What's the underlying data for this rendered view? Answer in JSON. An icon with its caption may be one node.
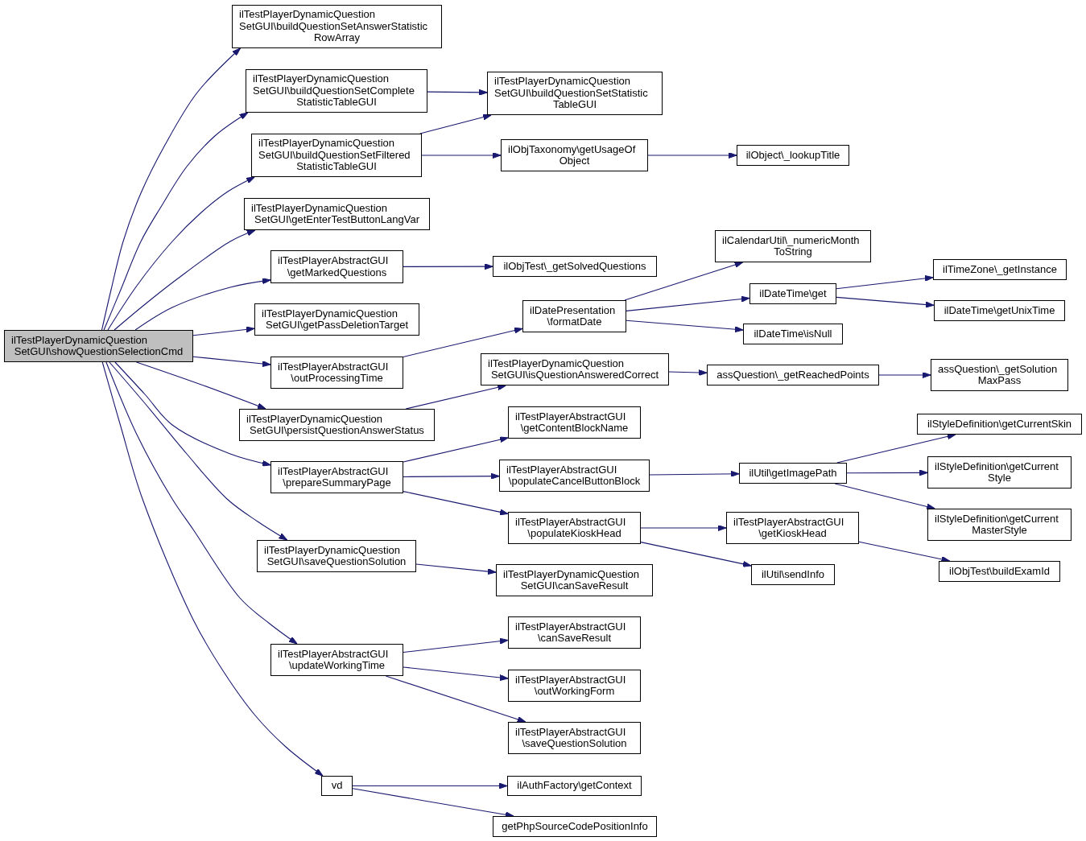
{
  "diagram": {
    "nodes": [
      {
        "text": [
          "ilTestPlayerDynamicQuestion SetGUI\\showQuestionSelectionCmd"
        ]
      },
      {
        "text": [
          "ilTestPlayerDynamicQuestion SetGUI\\buildQuestionSetAnswerStatistic RowArray"
        ]
      },
      {
        "text": [
          "ilTestPlayerDynamicQuestion SetGUI\\buildQuestionSetComplete StatisticTableGUI"
        ]
      },
      {
        "text": [
          "ilTestPlayerDynamicQuestion SetGUI\\buildQuestionSetFiltered StatisticTableGUI"
        ]
      },
      {
        "text": [
          "ilTestPlayerDynamicQuestion SetGUI\\getEnterTestButtonLangVar"
        ]
      },
      {
        "text": [
          "ilTestPlayerAbstractGUI \\getMarkedQuestions"
        ]
      },
      {
        "text": [
          "ilTestPlayerDynamicQuestion SetGUI\\getPassDeletionTarget"
        ]
      },
      {
        "text": [
          "ilTestPlayerAbstractGUI \\outProcessingTime"
        ]
      },
      {
        "text": [
          "ilTestPlayerDynamicQuestion SetGUI\\persistQuestionAnswerStatus"
        ]
      },
      {
        "text": [
          "ilTestPlayerAbstractGUI \\prepareSummaryPage"
        ]
      },
      {
        "text": [
          "ilTestPlayerDynamicQuestion SetGUI\\saveQuestionSolution"
        ]
      },
      {
        "text": [
          "ilTestPlayerAbstractGUI \\updateWorkingTime"
        ]
      },
      {
        "text": [
          "vd"
        ]
      },
      {
        "text": [
          "ilTestPlayerDynamicQuestion SetGUI\\buildQuestionSetStatistic TableGUI"
        ]
      },
      {
        "text": [
          "ilObjTaxonomy\\getUsageOf Object"
        ]
      },
      {
        "text": [
          "ilObjTest\\_getSolvedQuestions"
        ]
      },
      {
        "text": [
          "ilDatePresentation \\formatDate"
        ]
      },
      {
        "text": [
          "ilTestPlayerDynamicQuestion SetGUI\\isQuestionAnsweredCorrect"
        ]
      },
      {
        "text": [
          "ilTestPlayerAbstractGUI \\getContentBlockName"
        ]
      },
      {
        "text": [
          "ilTestPlayerAbstractGUI \\populateCancelButtonBlock"
        ]
      },
      {
        "text": [
          "ilTestPlayerAbstractGUI \\populateKioskHead"
        ]
      },
      {
        "text": [
          "ilTestPlayerDynamicQuestion SetGUI\\canSaveResult"
        ]
      },
      {
        "text": [
          "ilTestPlayerAbstractGUI \\canSaveResult"
        ]
      },
      {
        "text": [
          "ilTestPlayerAbstractGUI \\outWorkingForm"
        ]
      },
      {
        "text": [
          "ilTestPlayerAbstractGUI \\saveQuestionSolution"
        ]
      },
      {
        "text": [
          "ilAuthFactory\\getContext"
        ]
      },
      {
        "text": [
          "getPhpSourceCodePositionInfo"
        ]
      },
      {
        "text": [
          "ilObject\\_lookupTitle"
        ]
      },
      {
        "text": [
          "ilCalendarUtil\\_numericMonth ToString"
        ]
      },
      {
        "text": [
          "ilDateTime\\get"
        ]
      },
      {
        "text": [
          "ilDateTime\\isNull"
        ]
      },
      {
        "text": [
          "assQuestion\\_getReachedPoints"
        ]
      },
      {
        "text": [
          "ilUtil\\getImagePath"
        ]
      },
      {
        "text": [
          "ilTestPlayerAbstractGUI \\getKioskHead"
        ]
      },
      {
        "text": [
          "ilUtil\\sendInfo"
        ]
      },
      {
        "text": [
          "ilTimeZone\\_getInstance"
        ]
      },
      {
        "text": [
          "ilDateTime\\getUnixTime"
        ]
      },
      {
        "text": [
          "assQuestion\\_getSolution MaxPass"
        ]
      },
      {
        "text": [
          "ilStyleDefinition\\getCurrentSkin"
        ]
      },
      {
        "text": [
          "ilStyleDefinition\\getCurrent Style"
        ]
      },
      {
        "text": [
          "ilStyleDefinition\\getCurrent MasterStyle"
        ]
      },
      {
        "text": [
          "ilObjTest\\buildExamId"
        ]
      }
    ],
    "edges": [
      {
        "from": 0,
        "to": 1,
        "arrow": "to"
      },
      {
        "from": 0,
        "to": 2,
        "arrow": "to"
      },
      {
        "from": 0,
        "to": 3,
        "arrow": "to"
      },
      {
        "from": 0,
        "to": 4,
        "arrow": "to"
      },
      {
        "from": 0,
        "to": 5,
        "arrow": "to"
      },
      {
        "from": 0,
        "to": 6,
        "arrow": "to"
      },
      {
        "from": 0,
        "to": 7,
        "arrow": "to"
      },
      {
        "from": 0,
        "to": 8,
        "arrow": "to"
      },
      {
        "from": 0,
        "to": 9,
        "arrow": "to"
      },
      {
        "from": 0,
        "to": 10,
        "arrow": "to"
      },
      {
        "from": 0,
        "to": 11,
        "arrow": "to"
      },
      {
        "from": 0,
        "to": 12,
        "arrow": "to"
      },
      {
        "from": 2,
        "to": 13,
        "arrow": "to"
      },
      {
        "from": 3,
        "to": 13,
        "arrow": "to"
      },
      {
        "from": 3,
        "to": 14,
        "arrow": "to"
      },
      {
        "from": 14,
        "to": 27,
        "arrow": "to"
      },
      {
        "from": 5,
        "to": 15,
        "arrow": "to"
      },
      {
        "from": 7,
        "to": 16,
        "arrow": "to"
      },
      {
        "from": 16,
        "to": 28,
        "arrow": "to"
      },
      {
        "from": 16,
        "to": 29,
        "arrow": "to"
      },
      {
        "from": 16,
        "to": 30,
        "arrow": "to"
      },
      {
        "from": 29,
        "to": 35,
        "arrow": "to"
      },
      {
        "from": 29,
        "to": 36,
        "arrow": "to"
      },
      {
        "from": 8,
        "to": 17,
        "arrow": "to"
      },
      {
        "from": 17,
        "to": 31,
        "arrow": "to"
      },
      {
        "from": 31,
        "to": 37,
        "arrow": "to"
      },
      {
        "from": 9,
        "to": 18,
        "arrow": "to"
      },
      {
        "from": 9,
        "to": 19,
        "arrow": "to"
      },
      {
        "from": 9,
        "to": 20,
        "arrow": "to"
      },
      {
        "from": 19,
        "to": 32,
        "arrow": "to"
      },
      {
        "from": 32,
        "to": 38,
        "arrow": "to"
      },
      {
        "from": 32,
        "to": 39,
        "arrow": "to"
      },
      {
        "from": 32,
        "to": 40,
        "arrow": "to"
      },
      {
        "from": 20,
        "to": 33,
        "arrow": "to"
      },
      {
        "from": 20,
        "to": 34,
        "arrow": "to"
      },
      {
        "from": 33,
        "to": 41,
        "arrow": "to"
      },
      {
        "from": 10,
        "to": 21,
        "arrow": "to"
      },
      {
        "from": 11,
        "to": 22,
        "arrow": "to"
      },
      {
        "from": 11,
        "to": 23,
        "arrow": "to"
      },
      {
        "from": 11,
        "to": 24,
        "arrow": "to"
      },
      {
        "from": 12,
        "to": 25,
        "arrow": "to"
      },
      {
        "from": 12,
        "to": 26,
        "arrow": "to"
      }
    ]
  }
}
